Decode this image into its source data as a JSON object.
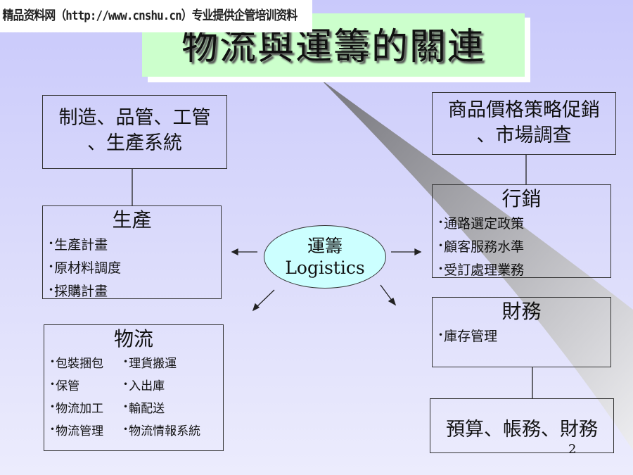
{
  "watermark": "精品资料网（http://www.cnshu.cn）专业提供企管培训资料",
  "title": "物流與運籌的關連",
  "center": {
    "line1": "運籌",
    "line2": "Logistics"
  },
  "manufacturing_top": {
    "line1": "制造、品管、工管",
    "line2": "、生產系統"
  },
  "production": {
    "title": "生產",
    "items": [
      "生產計畫",
      "原材料調度",
      "採購計畫"
    ]
  },
  "logistics": {
    "title": "物流",
    "items": [
      "包裝捆包",
      "理貨搬運",
      "保管",
      "入出庫",
      "物流加工",
      "輸配送",
      "物流管理",
      "物流情報系統"
    ]
  },
  "marketing_top": {
    "line1": "商品價格策略促銷",
    "line2": "、市場調查"
  },
  "marketing": {
    "title": "行銷",
    "items": [
      "通路選定政策",
      "顧客服務水準",
      "受訂處理業務"
    ]
  },
  "finance": {
    "title": "財務",
    "items": [
      "庫存管理"
    ]
  },
  "budget": {
    "text": "預算、帳務、財務"
  },
  "page_number": "2",
  "colors": {
    "background": "#ccccff",
    "title_bg": "#ccffcc",
    "ellipse_bg": "#ccffff"
  }
}
